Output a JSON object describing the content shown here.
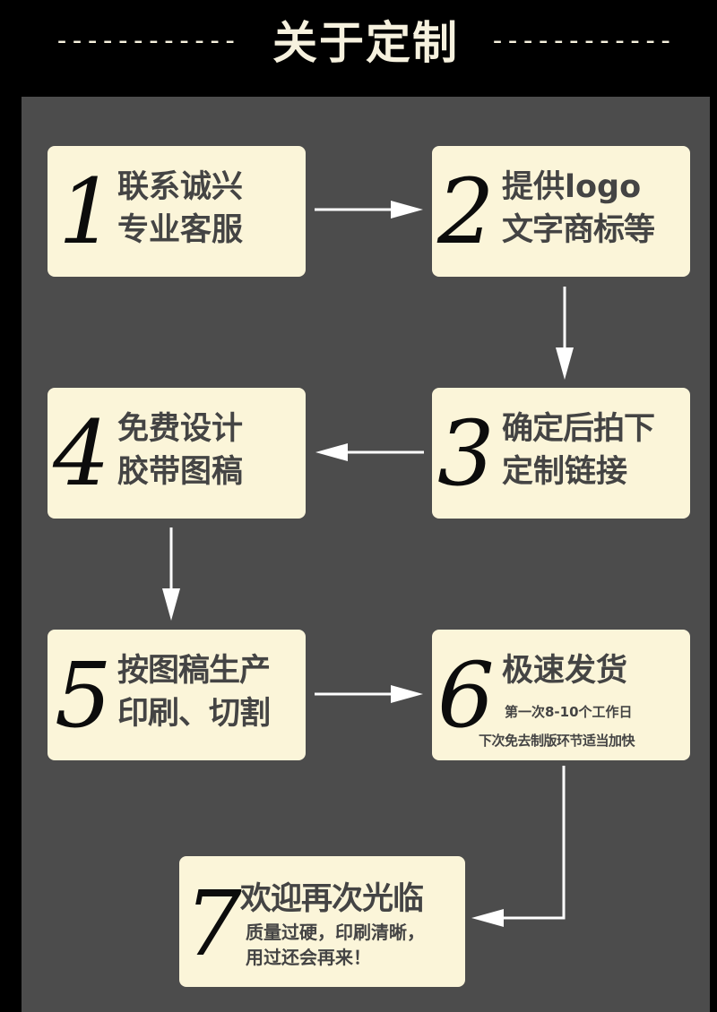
{
  "header": {
    "title": "关于定制",
    "dashes_left": "------------",
    "dashes_right": "------------"
  },
  "steps": [
    {
      "number": "1",
      "line1": "联系诚兴",
      "line2": "专业客服"
    },
    {
      "number": "2",
      "line1": "提供logo",
      "line2": "文字商标等"
    },
    {
      "number": "3",
      "line1": "确定后拍下",
      "line2": "定制链接"
    },
    {
      "number": "4",
      "line1": "免费设计",
      "line2": "胶带图稿"
    },
    {
      "number": "5",
      "line1": "按图稿生产",
      "line2": "印刷、切割"
    },
    {
      "number": "6",
      "line1": "极速发货",
      "note1": "第一次8-10个工作日",
      "note2": "下次免去制版环节适当加快"
    },
    {
      "number": "7",
      "line1": "欢迎再次光临",
      "note1": "质量过硬，印刷清晰，",
      "note2": "用过还会再来！"
    }
  ],
  "colors": {
    "background": "#000000",
    "panel": "#4c4c4c",
    "box": "#fbf5d9",
    "text": "#444444",
    "number": "#0c0c0c",
    "arrow": "#ffffff",
    "header_text": "#f6f1de"
  }
}
